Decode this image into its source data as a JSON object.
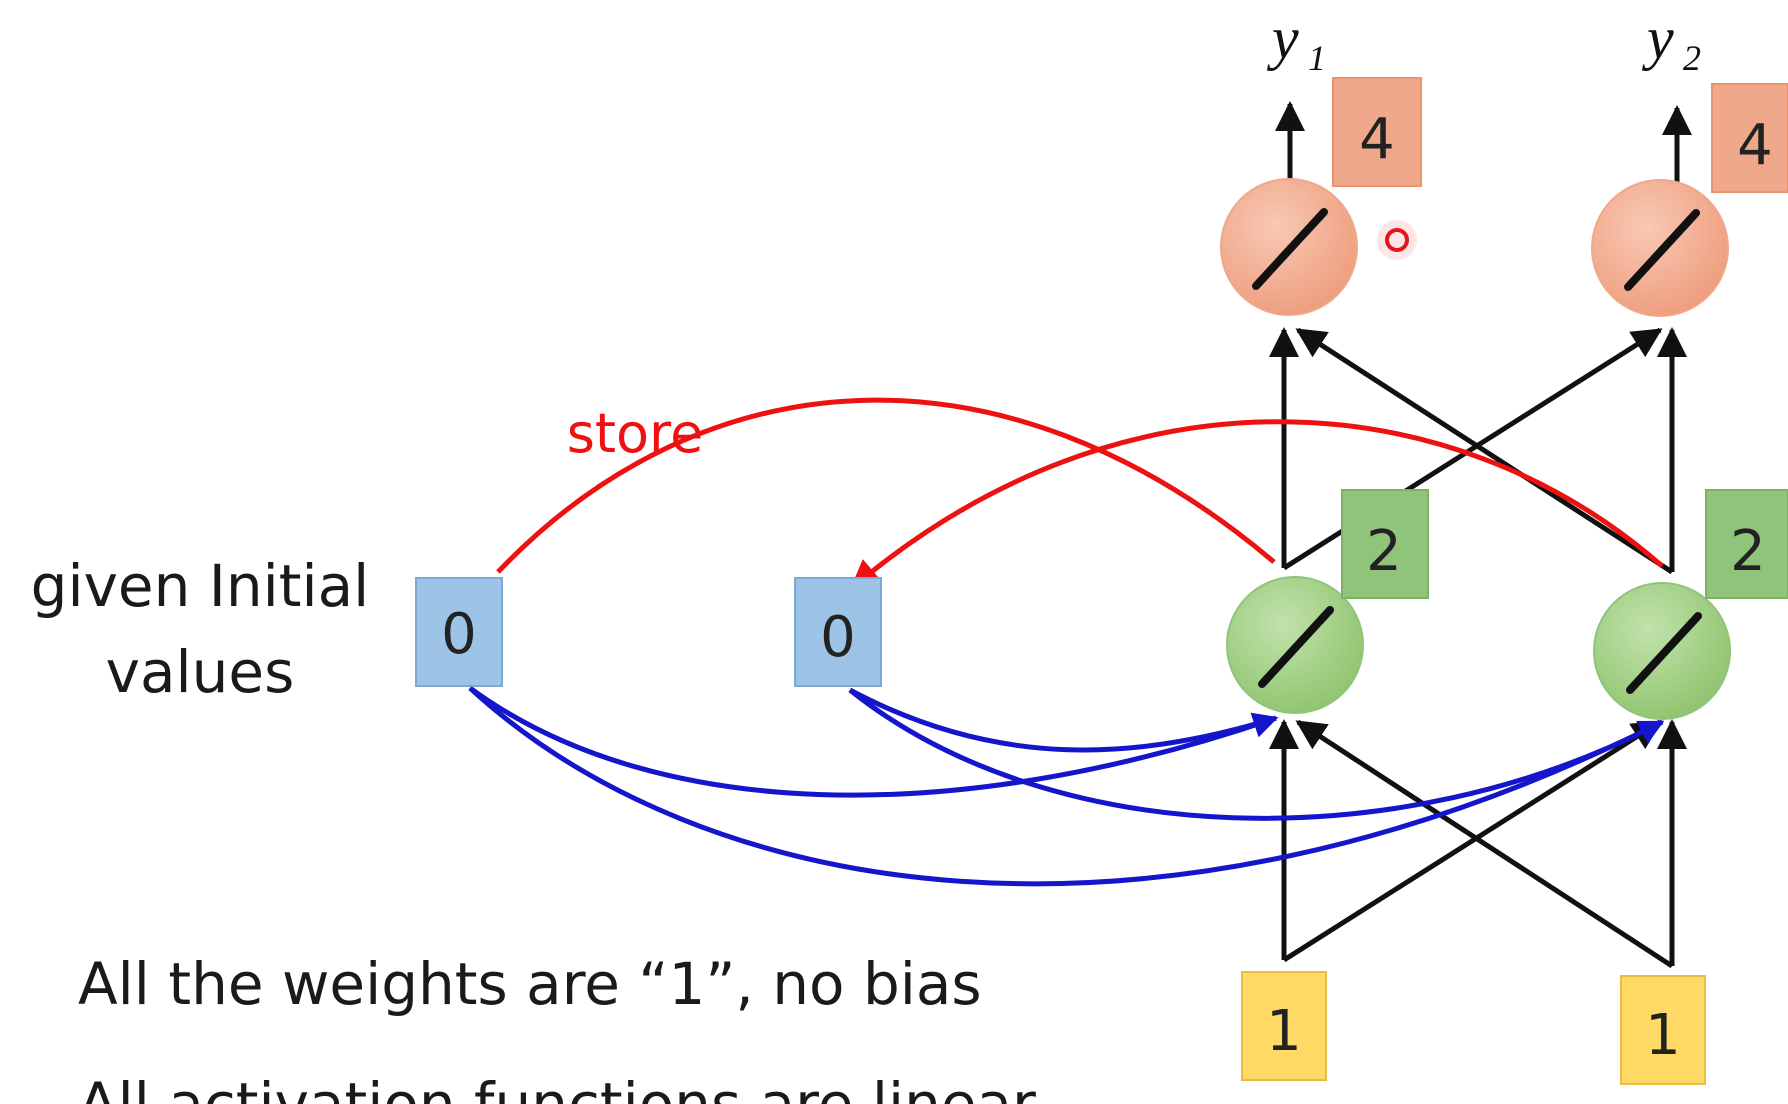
{
  "texts": {
    "initial_label_line1": "given Initial",
    "initial_label_line2": "values",
    "store_label": "store",
    "weights_note": "All the weights are “1”, no bias",
    "activation_note": "All activation functions are linear"
  },
  "outputs": [
    {
      "symbol": "y",
      "subscript": "1",
      "value": "4"
    },
    {
      "symbol": "y",
      "subscript": "2",
      "value": "4"
    }
  ],
  "hidden": [
    {
      "value": "2"
    },
    {
      "value": "2"
    }
  ],
  "memory": [
    {
      "value": "0"
    },
    {
      "value": "0"
    }
  ],
  "inputs": [
    {
      "value": "1"
    },
    {
      "value": "1"
    }
  ],
  "colors": {
    "output_node": "#f4b59c",
    "output_box": "#f0a88a",
    "hidden_node": "#a9d18e",
    "hidden_box": "#8fc47a",
    "memory_box": "#9dc3e6",
    "input_box": "#ffd966",
    "store_arrow": "#ee1111",
    "memory_arrow": "#1515cc",
    "edge": "#111111"
  }
}
